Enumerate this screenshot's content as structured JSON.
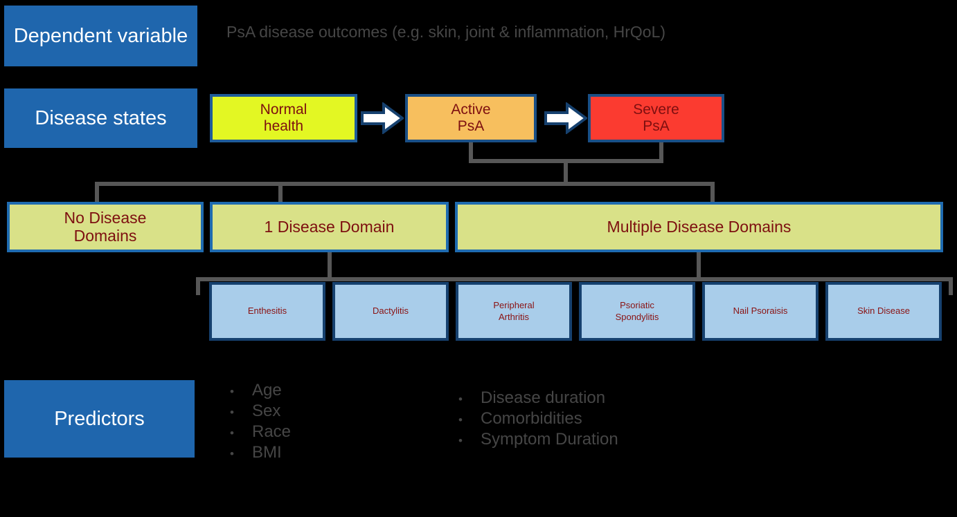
{
  "diagram": {
    "title": "PsA conceptual framework",
    "colors": {
      "background": "#000000",
      "label_blue": "#1f66ad",
      "border_blue": "#1f5c99",
      "normal_health": "#e3f723",
      "active_psa": "#f7bf5e",
      "severe_psa": "#fb3b30",
      "domain_green": "#d9e188",
      "subdomain_blue": "#a9cdea",
      "dark_red_text": "#7d0f10",
      "connector_gray": "#575757",
      "body_text_gray": "#464646"
    }
  },
  "rows": {
    "dependent_variable": {
      "label": "Dependent variable",
      "outcome_text": "PsA disease outcomes (e.g. skin, joint & inflammation, HrQoL)"
    },
    "disease_states": {
      "label": "Disease states",
      "states": [
        {
          "name": "Normal health",
          "line1": "Normal",
          "line2": "health"
        },
        {
          "name": "Active PsA",
          "line1": "Active",
          "line2": "PsA"
        },
        {
          "name": "Severe PsA",
          "line1": "Severe",
          "line2": "PsA"
        }
      ],
      "arrows": [
        {
          "icon": "right-block-arrow-icon"
        },
        {
          "icon": "right-block-arrow-icon"
        }
      ]
    },
    "disease_domains": {
      "items": [
        {
          "line1": "No Disease",
          "line2": "Domains"
        },
        {
          "line1": "1 Disease Domain",
          "line2": ""
        },
        {
          "line1": "Multiple Disease Domains",
          "line2": ""
        }
      ]
    },
    "sub_domains": {
      "items": [
        {
          "line1": "Enthesitis",
          "line2": ""
        },
        {
          "line1": "Dactylitis",
          "line2": ""
        },
        {
          "line1": "Peripheral",
          "line2": "Arthritis"
        },
        {
          "line1": "Psoriatic",
          "line2": "Spondylitis"
        },
        {
          "line1": "Nail Psoraisis",
          "line2": ""
        },
        {
          "line1": "Skin Disease",
          "line2": ""
        }
      ]
    },
    "predictors": {
      "label": "Predictors",
      "column_left": [
        "Age",
        "Sex",
        "Race",
        "BMI"
      ],
      "column_right": [
        "Disease duration",
        "Comorbidities",
        "Symptom Duration"
      ],
      "bullet_glyph": "•"
    }
  }
}
